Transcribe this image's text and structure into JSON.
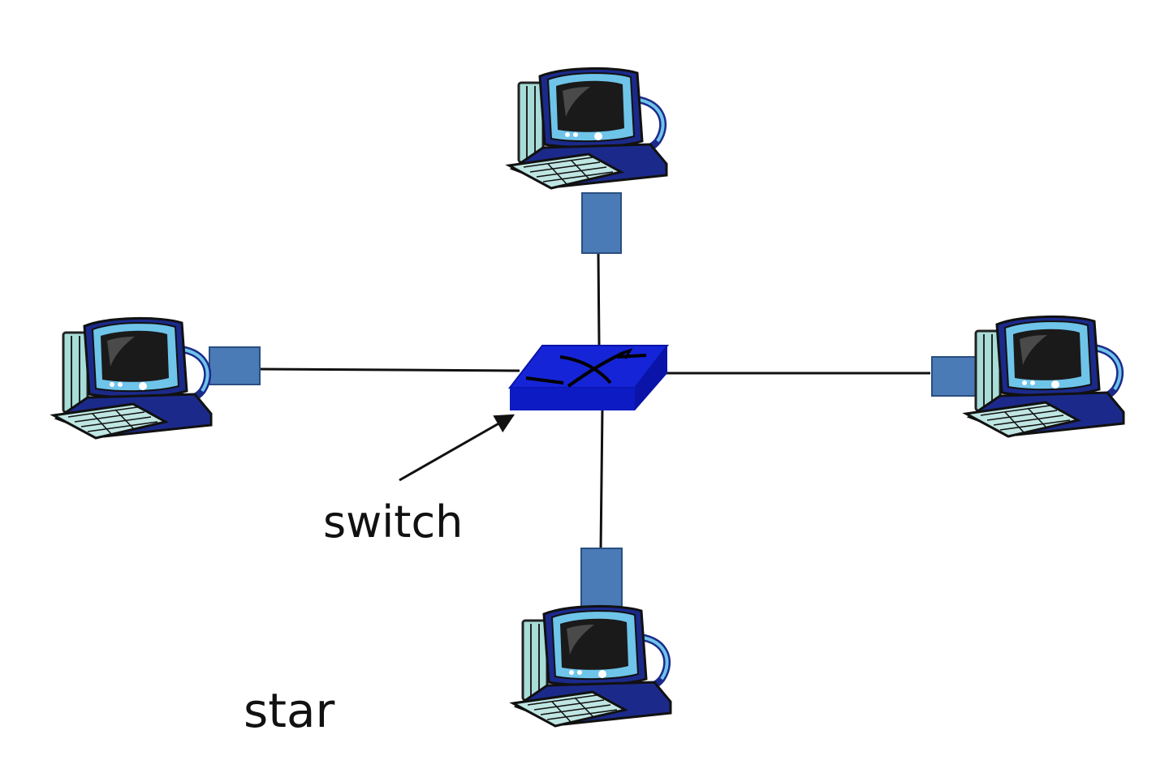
{
  "diagram": {
    "topology": "star",
    "labels": {
      "switch": "switch",
      "topology": "star"
    },
    "hub": {
      "kind": "switch",
      "icon": "switch-icon",
      "colors": {
        "top": "#1524d6",
        "side": "#0a14a8",
        "mark": "#000000"
      }
    },
    "nodes": [
      {
        "id": "computer-top",
        "icon": "desktop-computer-icon"
      },
      {
        "id": "computer-left",
        "icon": "desktop-computer-icon"
      },
      {
        "id": "computer-right",
        "icon": "desktop-computer-icon"
      },
      {
        "id": "computer-bottom",
        "icon": "desktop-computer-icon"
      }
    ],
    "links": [
      {
        "from": "switch",
        "to": "computer-top"
      },
      {
        "from": "switch",
        "to": "computer-left"
      },
      {
        "from": "switch",
        "to": "computer-right"
      },
      {
        "from": "switch",
        "to": "computer-bottom"
      }
    ],
    "colors": {
      "adapter": "#4a7bb6",
      "link": "#111111",
      "monitor_frame": "#1b2a8a",
      "monitor_bezel": "#6fc4ea",
      "screen": "#1a1a1a",
      "tower": "#a7dcd8",
      "keyboard": "#bfe6e2",
      "base": "#1b2a8a"
    }
  }
}
